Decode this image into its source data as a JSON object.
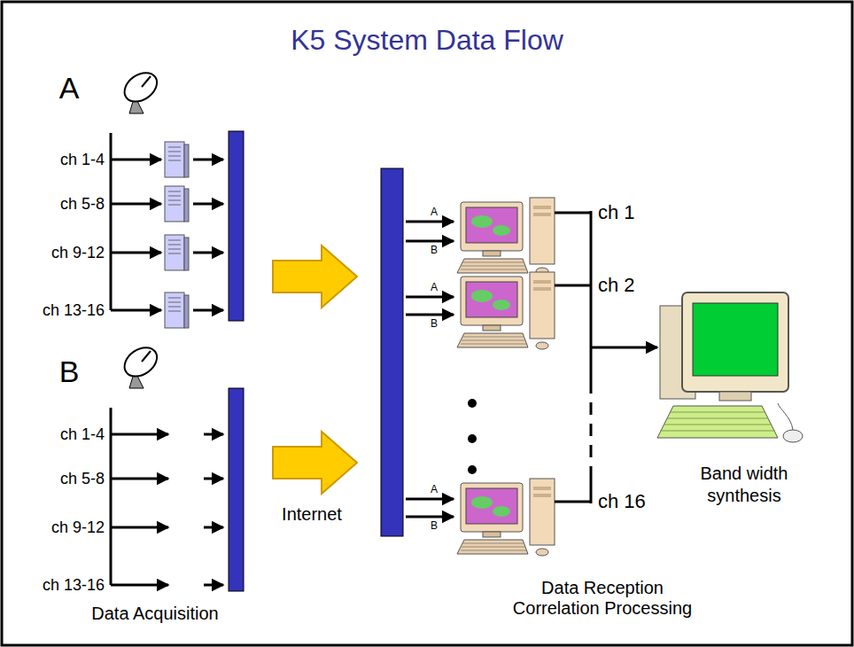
{
  "diagram": {
    "title": "K5 System Data Flow",
    "nodes": [
      {
        "text": [
          "Band width synthesis"
        ]
      }
    ],
    "labels": [
      "A",
      "ch 1-4",
      "ch 5-8",
      "ch 9-12",
      "ch 13-16",
      "B",
      "ch 1-4",
      "ch 5-8",
      "ch 9-12",
      "ch 13-16",
      "Data Acquisition",
      "Internet",
      "A",
      "B",
      "A",
      "B",
      "A",
      "B",
      "ch 1",
      "ch 2",
      "ch 16",
      "Data Reception Correlation Processing"
    ]
  }
}
